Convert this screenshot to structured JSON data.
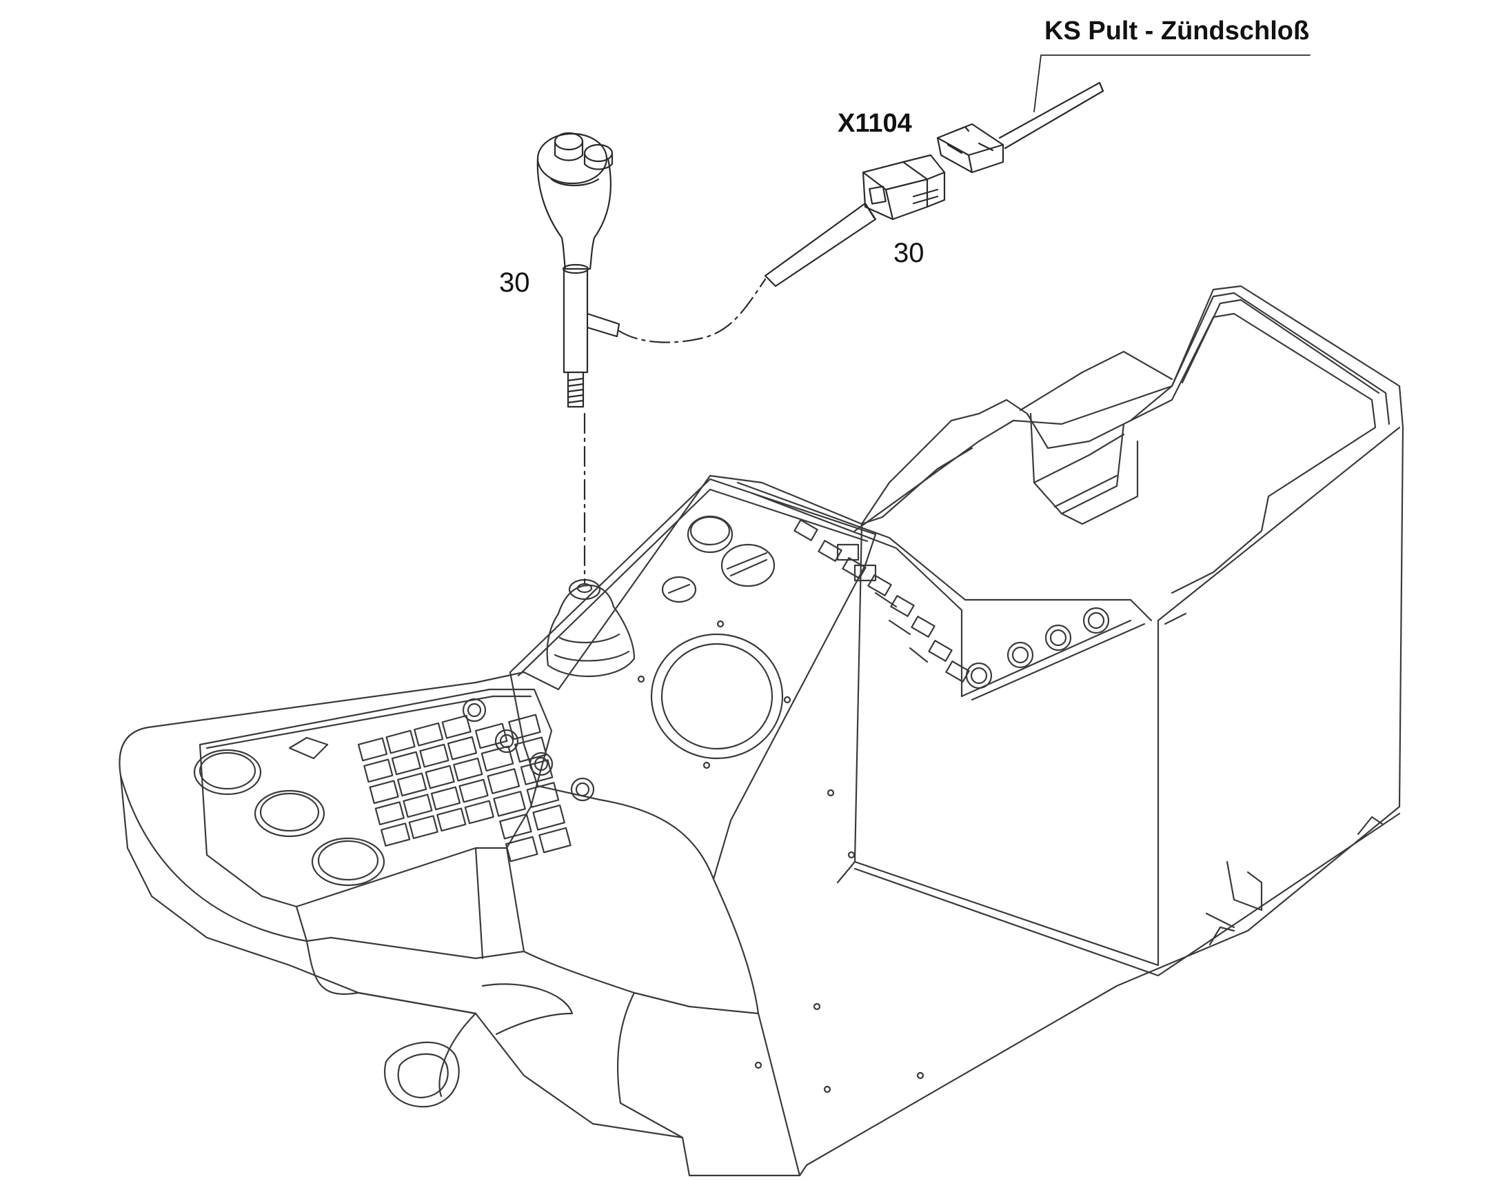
{
  "labels": {
    "harness_name": "KS Pult - Zündschloß",
    "connector_id": "X1104",
    "item_joystick": "30",
    "item_connector": "30"
  },
  "colors": {
    "line": "#3a3a3a",
    "faint_line": "#8a8a8a",
    "background": "#ffffff"
  }
}
